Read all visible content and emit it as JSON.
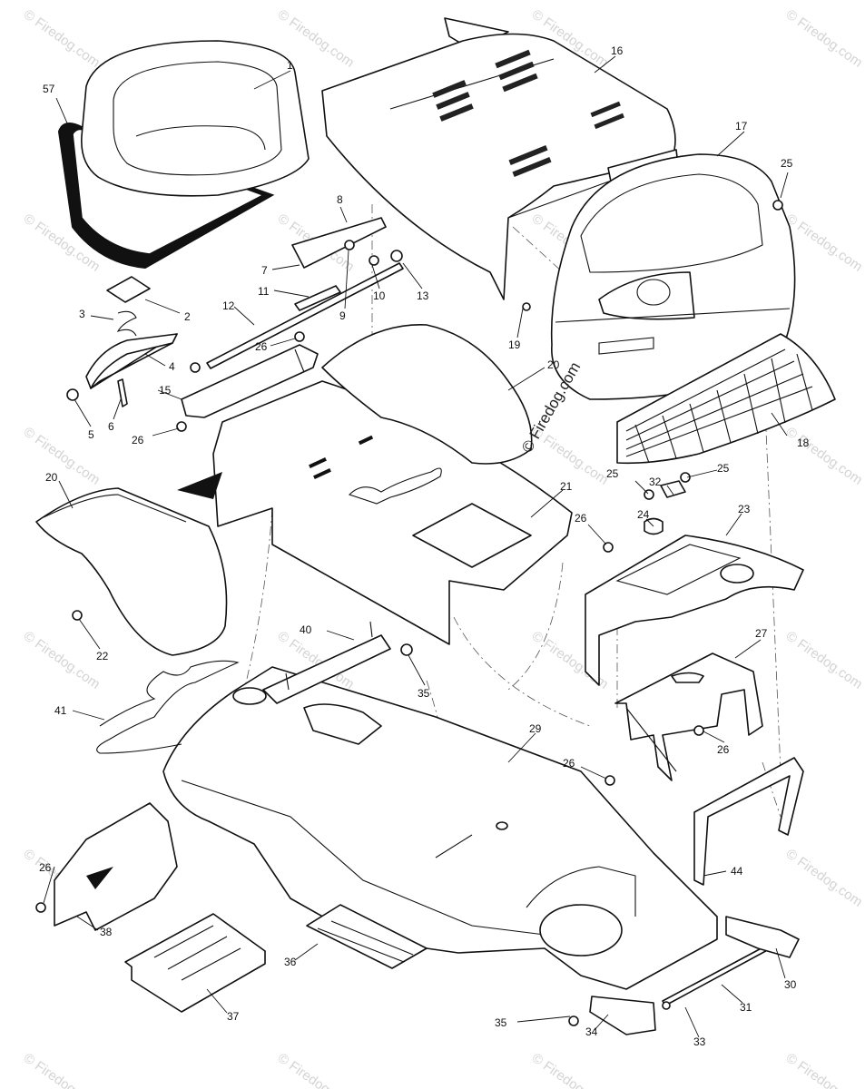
{
  "watermark": {
    "repeat_text": "© Firedog.com",
    "center_text": "© Firedog.com"
  },
  "callouts": [
    {
      "id": "c1",
      "label": "1"
    },
    {
      "id": "c57",
      "label": "57"
    },
    {
      "id": "c16",
      "label": "16"
    },
    {
      "id": "c17",
      "label": "17"
    },
    {
      "id": "c25a",
      "label": "25"
    },
    {
      "id": "c8",
      "label": "8"
    },
    {
      "id": "c7",
      "label": "7"
    },
    {
      "id": "c11",
      "label": "11"
    },
    {
      "id": "c9",
      "label": "9"
    },
    {
      "id": "c10",
      "label": "10"
    },
    {
      "id": "c13",
      "label": "13"
    },
    {
      "id": "c19",
      "label": "19"
    },
    {
      "id": "c2",
      "label": "2"
    },
    {
      "id": "c3",
      "label": "3"
    },
    {
      "id": "c12",
      "label": "12"
    },
    {
      "id": "c26a",
      "label": "26"
    },
    {
      "id": "c4",
      "label": "4"
    },
    {
      "id": "c15",
      "label": "15"
    },
    {
      "id": "c5",
      "label": "5"
    },
    {
      "id": "c6",
      "label": "6"
    },
    {
      "id": "c26b",
      "label": "26"
    },
    {
      "id": "c20a",
      "label": "20"
    },
    {
      "id": "c18",
      "label": "18"
    },
    {
      "id": "c20b",
      "label": "20"
    },
    {
      "id": "c25b",
      "label": "25"
    },
    {
      "id": "c32",
      "label": "32"
    },
    {
      "id": "c25c",
      "label": "25"
    },
    {
      "id": "c21",
      "label": "21"
    },
    {
      "id": "c26c",
      "label": "26"
    },
    {
      "id": "c24",
      "label": "24"
    },
    {
      "id": "c23",
      "label": "23"
    },
    {
      "id": "c22",
      "label": "22"
    },
    {
      "id": "c40",
      "label": "40"
    },
    {
      "id": "c27",
      "label": "27"
    },
    {
      "id": "c35a",
      "label": "35"
    },
    {
      "id": "c41",
      "label": "41"
    },
    {
      "id": "c26d",
      "label": "26"
    },
    {
      "id": "c29",
      "label": "29"
    },
    {
      "id": "c26e",
      "label": "26"
    },
    {
      "id": "c26f",
      "label": "26"
    },
    {
      "id": "c44",
      "label": "44"
    },
    {
      "id": "c38",
      "label": "38"
    },
    {
      "id": "c36",
      "label": "36"
    },
    {
      "id": "c30",
      "label": "30"
    },
    {
      "id": "c37",
      "label": "37"
    },
    {
      "id": "c31",
      "label": "31"
    },
    {
      "id": "c35b",
      "label": "35"
    },
    {
      "id": "c34",
      "label": "34"
    },
    {
      "id": "c33",
      "label": "33"
    }
  ]
}
